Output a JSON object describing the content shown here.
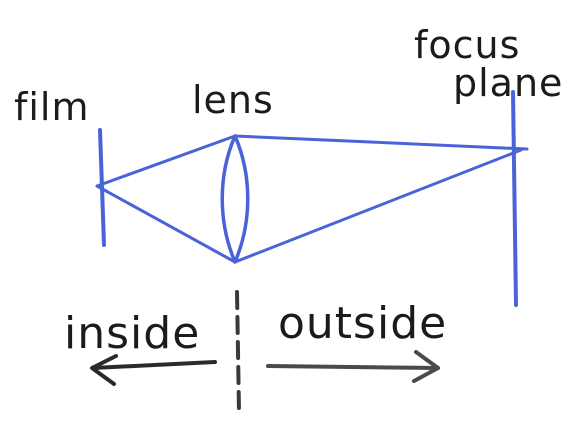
{
  "labels": {
    "film": "film",
    "lens": "lens",
    "focus_plane_line1": "focus",
    "focus_plane_line2": "plane",
    "inside": "inside",
    "outside": "outside"
  },
  "colors": {
    "optics_blue": "#4a63d9",
    "ink": "#1b1b1b",
    "arrow_gray": "#4a4a4a",
    "divider": "#3a3a3a"
  }
}
